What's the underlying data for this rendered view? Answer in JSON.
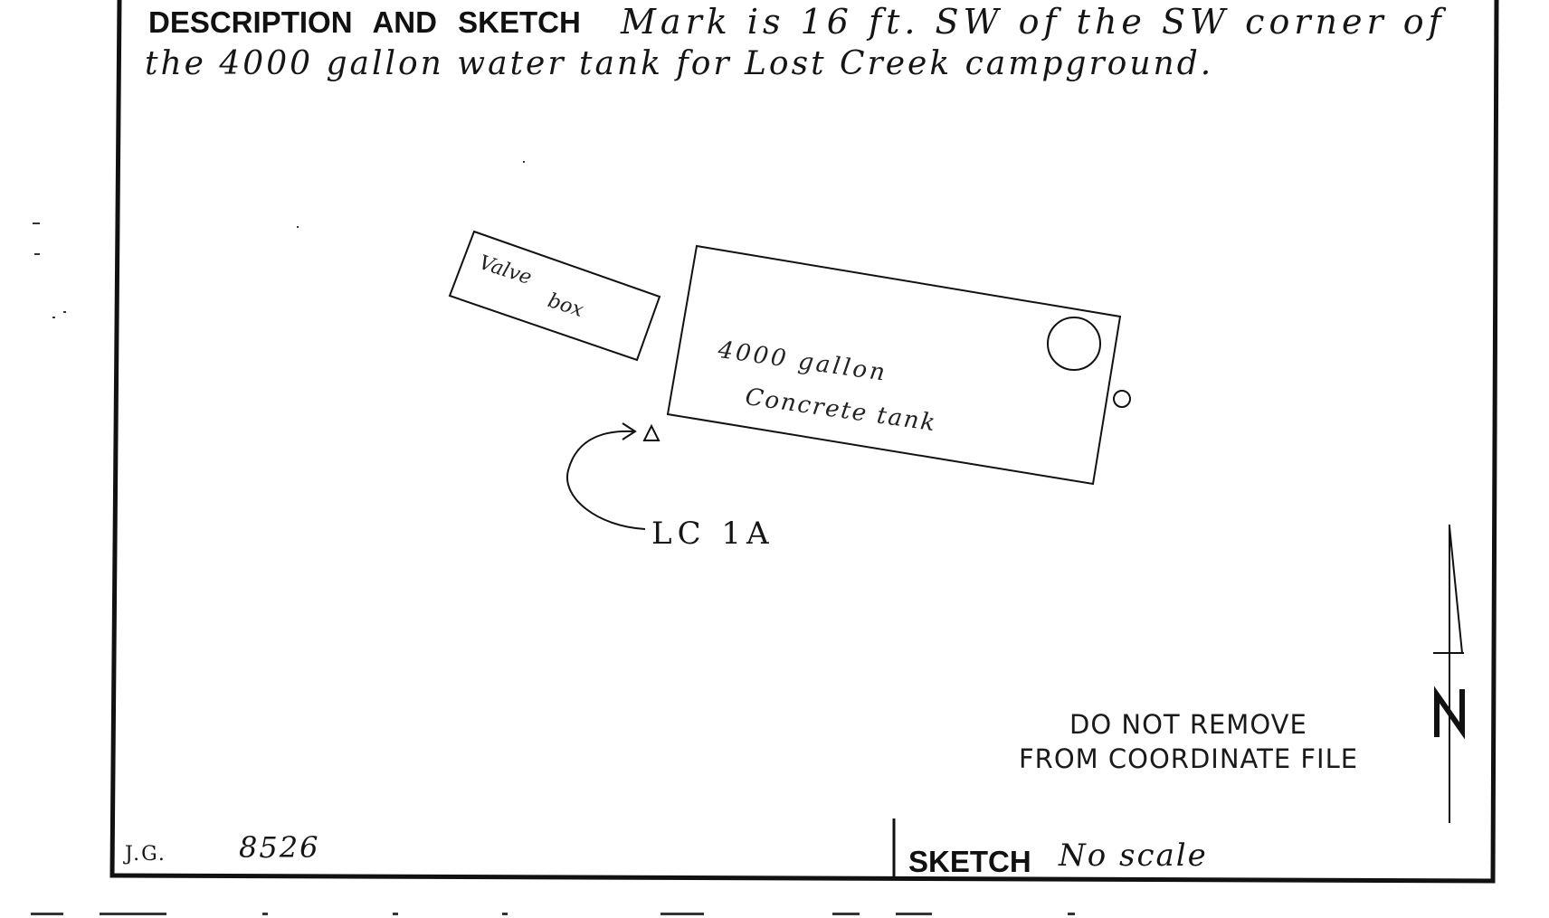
{
  "header": {
    "label": "DESCRIPTION AND SKETCH",
    "description_line1": "Mark is 16 ft. SW of the SW corner of",
    "description_line2": "the 4000 gallon water tank for Lost Creek campground."
  },
  "sketch": {
    "valve_box_line1": "Valve",
    "valve_box_line2": "box",
    "tank_line1": "4000 gallon",
    "tank_line2": "Concrete tank",
    "mark_label": "LC 1A"
  },
  "stamp": {
    "line1": "DO NOT REMOVE",
    "line2": "FROM COORDINATE FILE"
  },
  "footer": {
    "initials": "J.G.",
    "number": "8526",
    "sketch_label": "SKETCH",
    "scale_note": "No scale"
  }
}
